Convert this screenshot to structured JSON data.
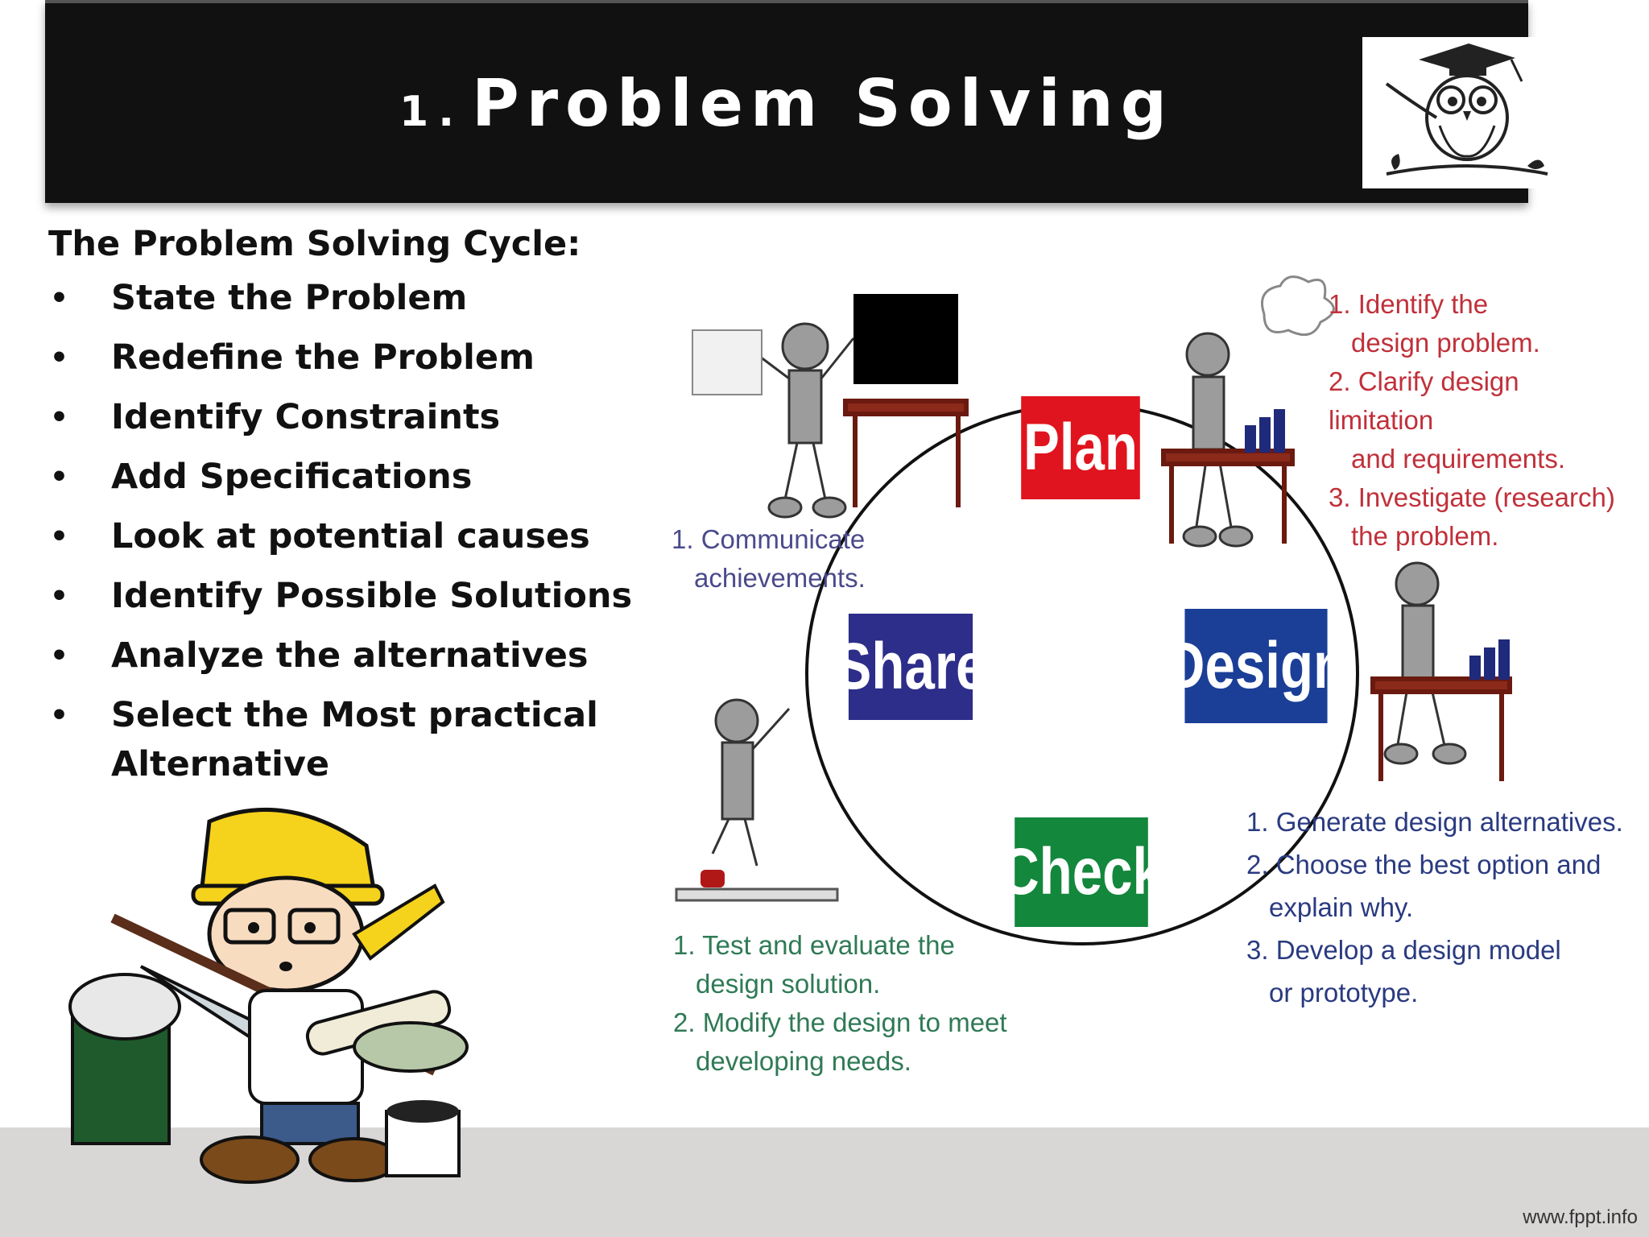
{
  "slide": {
    "title_number": "1.",
    "title_text": "Problem Solving",
    "footer": "www.fppt.info"
  },
  "content": {
    "heading": "The Problem Solving Cycle:",
    "bullets": [
      "State the Problem",
      "Redefine the Problem",
      "Identify Constraints",
      "Add Specifications",
      "Look at potential causes",
      "Identify Possible Solutions",
      "Analyze the alternatives",
      "Select the Most practical Alternative"
    ]
  },
  "cycle": {
    "stages": {
      "plan": "Plan",
      "design": "Design",
      "check": "Check",
      "share": "Share"
    },
    "plan_notes": [
      "1. Identify the",
      "design problem.",
      "2. Clarify design limitation",
      "and requirements.",
      "3. Investigate (research)",
      "the problem."
    ],
    "share_notes": [
      "1. Communicate",
      "achievements."
    ],
    "check_notes": [
      "1. Test and evaluate the",
      "design solution.",
      "2. Modify the design to meet",
      "developing needs."
    ],
    "design_notes": [
      "1. Generate design alternatives.",
      "2. Choose the best option and",
      "explain why.",
      "3. Develop a design model",
      "or prototype."
    ]
  },
  "colors": {
    "plan": "#e0141e",
    "design": "#1b3f97",
    "check": "#13873c",
    "share": "#2d2d8a",
    "title_bar": "#111111"
  }
}
